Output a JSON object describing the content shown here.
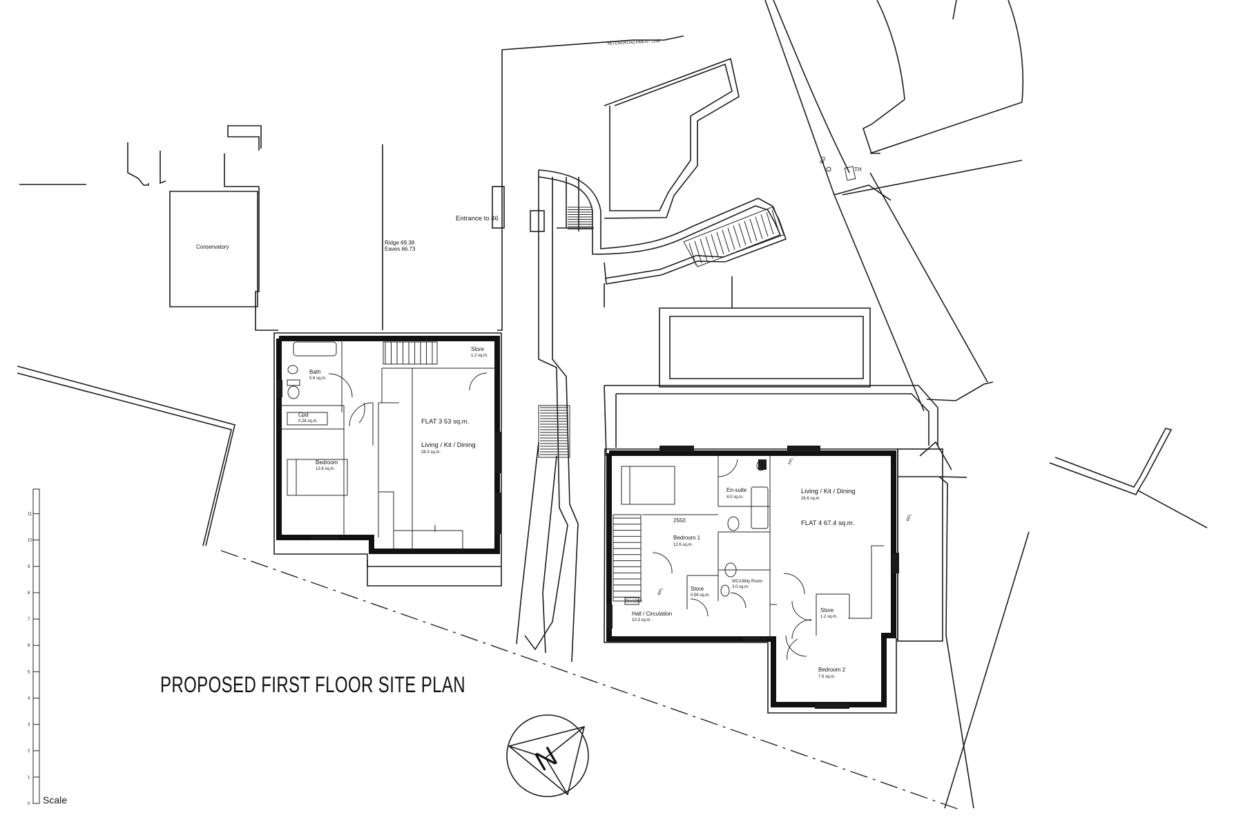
{
  "title": "PROPOSED FIRST FLOOR SITE PLAN",
  "scale": {
    "label": "Scale",
    "ticks": [
      "0",
      "1",
      "2",
      "3",
      "4",
      "5",
      "6",
      "7",
      "8",
      "9",
      "10",
      "11"
    ]
  },
  "north_arrow": {
    "letter": "N"
  },
  "labels": {
    "conservatory": "Conservatory",
    "ridge": "Ridge 69.38",
    "eaves": "Eaves 66.73",
    "entrance": "Entrance to 46",
    "boundary": "NO ENCROACHMENT LINE",
    "sd": "SD",
    "th": "TH"
  },
  "flat3": {
    "name": "FLAT 3  53 sq.m.",
    "bath": "Bath",
    "bath_area": "5.6 sq.m.",
    "store": "Store",
    "store_area": "1.2 sq.m.",
    "cup": "Cpd",
    "cup_area": "0.28 sq.m.",
    "bedroom": "Bedroom",
    "bedroom_area": "13.8 sq.m.",
    "living": "Living / Kit / Dining",
    "living_area": "28.3 sq.m."
  },
  "flat4": {
    "name": "FLAT 4  67.4 sq.m.",
    "ensuite": "En-suite",
    "ensuite_area": "4.0 sq.m.",
    "living": "Living / Kit / Dining",
    "living_area": "26.6 sq.m.",
    "bedroom1": "Bedroom 1",
    "bedroom1_area": "12.6 sq.m.",
    "dim": "2550",
    "wc": "WC/Utility Room",
    "wc_area": "3.0 sq.m.",
    "store1": "Store",
    "store1_area": "0.56 sq.m.",
    "store2": "Store",
    "store2_area": "1.2 sq.m.",
    "hall": "Hall / Circulation",
    "hall_area": "10.3 sq.m.",
    "bedroom2": "Bedroom 2",
    "bedroom2_area": "7.6 sq.m.",
    "bin": "Bin/1560",
    "rfl1": "RFL",
    "rfl2": "RFL",
    "rfl3": "FFL"
  }
}
